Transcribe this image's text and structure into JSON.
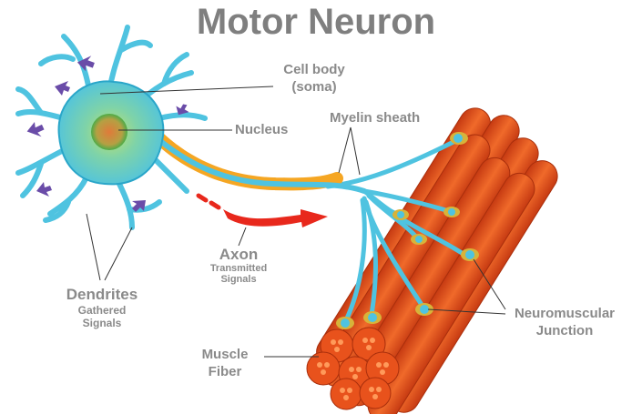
{
  "title": "Motor Neuron",
  "labels": {
    "cell_body": "Cell body",
    "soma": "(soma)",
    "nucleus": "Nucleus",
    "myelin_sheath": "Myelin sheath",
    "axon": "Axon",
    "axon_sub_1": "Transmitted",
    "axon_sub_2": "Signals",
    "dendrites": "Dendrites",
    "dendrites_sub_1": "Gathered",
    "dendrites_sub_2": "Signals",
    "muscle_fiber_1": "Muscle",
    "muscle_fiber_2": "Fiber",
    "nmj_1": "Neuromuscular",
    "nmj_2": "Junction"
  },
  "colors": {
    "neuron": "#4fc3e0",
    "neuron_dark": "#2aa6c9",
    "soma_inner": "#7fd36b",
    "nucleus": "#e07a3a",
    "myelin": "#f5a623",
    "muscle": "#e8521c",
    "muscle_dark": "#c23a10",
    "signal_arrow": "#e8281c",
    "dendrite_arrow": "#6a4ca8",
    "label": "#8a8a8a"
  }
}
